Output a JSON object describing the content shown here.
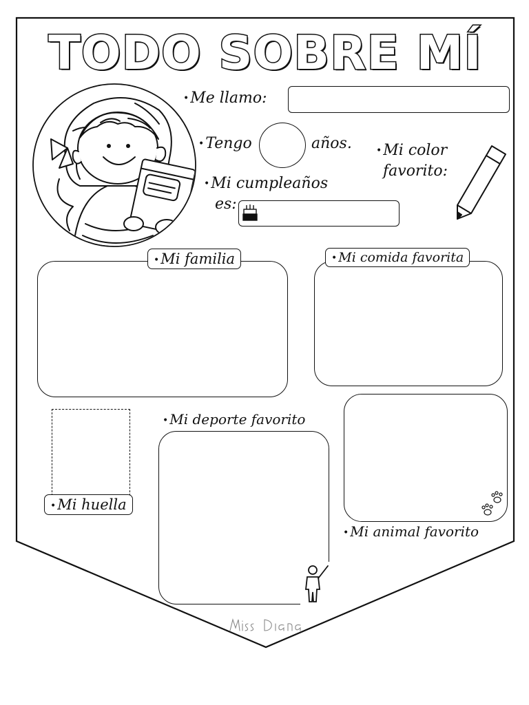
{
  "title": "TODO SOBRE MÍ",
  "bullet": "•",
  "fields": {
    "name_label": "Me llamo:",
    "age_label_before": "Tengo",
    "age_label_after": "años.",
    "birthday_label_line1": "Mi cumpleaños",
    "birthday_label_line2": "es:",
    "color_label_line1": "Mi color",
    "color_label_line2": "favorito:"
  },
  "sections": {
    "family": "Mi familia",
    "food": "Mi comida favorita",
    "sport": "Mi deporte favorito",
    "fingerprint": "Mi huella",
    "animal": "Mi animal favorito"
  },
  "icons": {
    "portrait": "girl-with-notebook-icon",
    "birthday": "birthday-cake-icon",
    "color": "pencil-icon",
    "sport": "stick-figure-pointing-icon",
    "animal": "paw-prints-icon"
  },
  "signature": "Miss Diana"
}
